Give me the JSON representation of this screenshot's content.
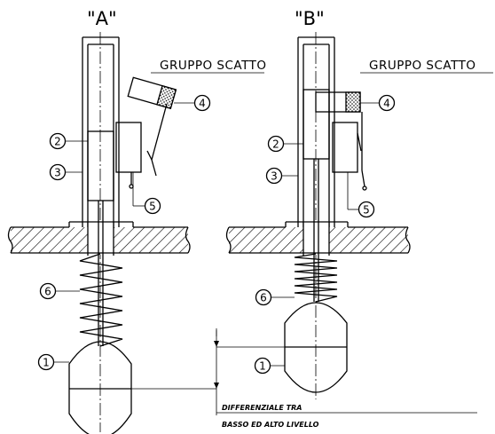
{
  "views": {
    "a": {
      "title": "\"A\""
    },
    "b": {
      "title": "\"B\""
    }
  },
  "group_label": "GRUPPO SCATTO",
  "callouts": [
    "1",
    "2",
    "3",
    "4",
    "5",
    "6"
  ],
  "differential": {
    "line1": "DIFFERENZIALE TRA",
    "line2": "BASSO ED ALTO LIVELLO"
  }
}
